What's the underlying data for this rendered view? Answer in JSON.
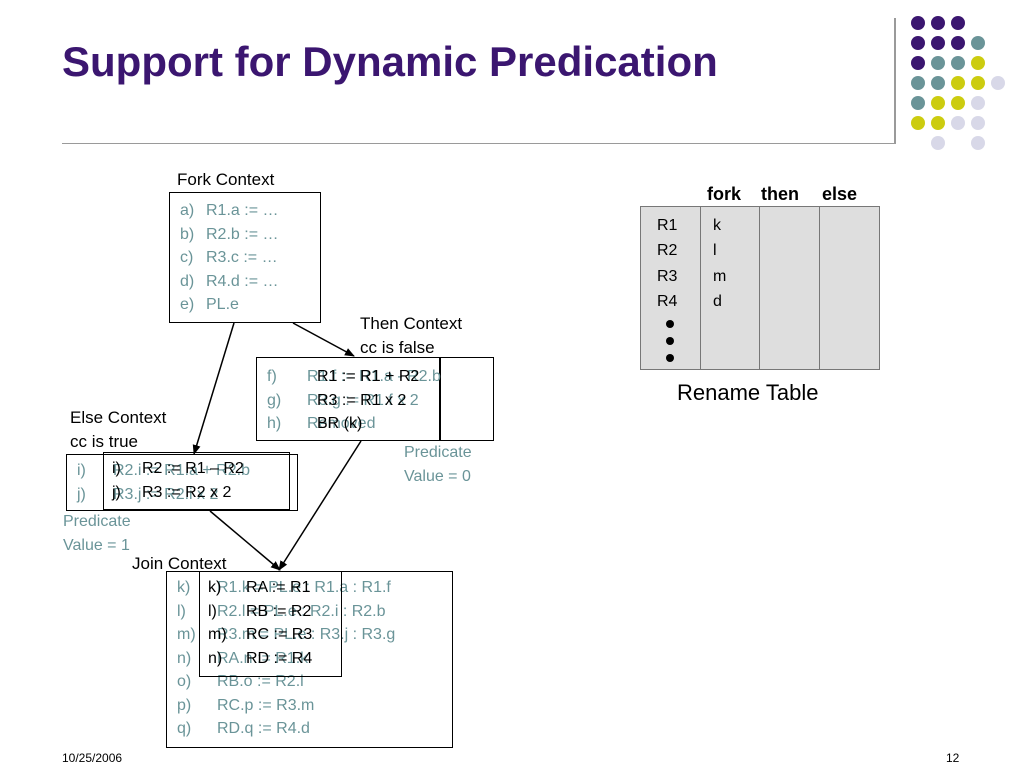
{
  "slide": {
    "title": "Support for Dynamic Predication",
    "footer_date": "10/25/2006",
    "page_number": "12"
  },
  "decoration": {
    "dot_colors": [
      "#3b1670",
      "#6a9498",
      "#cccc10",
      "#d8d8e8"
    ]
  },
  "fork_context": {
    "label": "Fork Context",
    "rows": [
      {
        "marker": "a)",
        "text": "R1.a := …"
      },
      {
        "marker": "b)",
        "text": "R2.b := …"
      },
      {
        "marker": "c)",
        "text": "R3.c := …"
      },
      {
        "marker": "d)",
        "text": "R4.d := …"
      },
      {
        "marker": "e)",
        "text": "PL.e"
      }
    ]
  },
  "then_context": {
    "label_line1": "Then Context",
    "label_line2": "cc is false",
    "rows": [
      {
        "marker": "f)",
        "text": "R1.f := R1.a - R2.b"
      },
      {
        "marker": "g)",
        "text": "R3.g := R1.f x 2"
      },
      {
        "marker": "h)",
        "text": "Removed"
      }
    ],
    "overlay": [
      {
        "text": "R1 := R1 + R2"
      },
      {
        "text": "R3 := R1 x 2"
      },
      {
        "text": "BR (k)"
      }
    ],
    "predicate_line1": "Predicate",
    "predicate_line2": "Value = 0"
  },
  "else_context": {
    "label_line1": "Else Context",
    "label_line2": "cc is true",
    "rows": [
      {
        "marker": "i)",
        "text": "R2.i := R1.a + R2.b"
      },
      {
        "marker": "j)",
        "text": "R3.j := R2.i x 2"
      }
    ],
    "overlay": [
      {
        "marker": "i)",
        "text": "R2 := R1 – R2"
      },
      {
        "marker": "j)",
        "text": "R3 := R2 x 2"
      }
    ],
    "predicate_line1": "Predicate",
    "predicate_line2": "Value = 1"
  },
  "join_context": {
    "label": "Join Context",
    "rows": [
      {
        "marker": "k)",
        "text": "R1.k = PL.e : R1.a : R1.f"
      },
      {
        "marker": "l)",
        "text": "R2.l = PL.e : R2.i : R2.b"
      },
      {
        "marker": "m)",
        "text": "R3.m = PL.e : R3.j : R3.g"
      },
      {
        "marker": "n)",
        "text": "RA.n := R1.k"
      },
      {
        "marker": "o)",
        "text": "RB.o := R2.l"
      },
      {
        "marker": "p)",
        "text": "RC.p := R3.m"
      },
      {
        "marker": "q)",
        "text": "RD.q := R4.d"
      }
    ],
    "overlay": [
      {
        "marker": "k)",
        "text": "RA := R1"
      },
      {
        "marker": "l)",
        "text": "RB := R2"
      },
      {
        "marker": "m)",
        "text": "RC := R3"
      },
      {
        "marker": "n)",
        "text": "RD := R4"
      }
    ]
  },
  "rename_table": {
    "headers": [
      "fork",
      "then",
      "else"
    ],
    "rows": [
      {
        "reg": "R1",
        "fork": "k"
      },
      {
        "reg": "R2",
        "fork": "l"
      },
      {
        "reg": "R3",
        "fork": "m"
      },
      {
        "reg": "R4",
        "fork": "d"
      }
    ],
    "caption": "Rename Table"
  }
}
